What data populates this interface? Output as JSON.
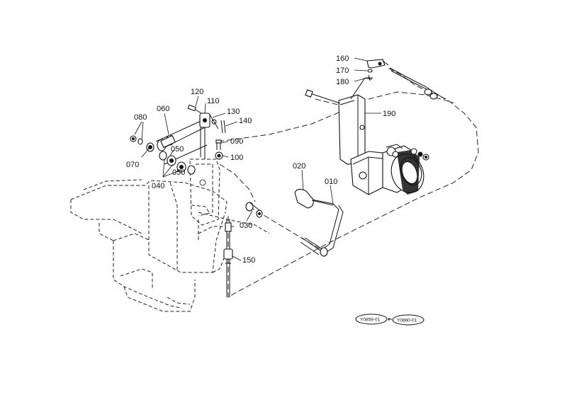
{
  "labels": {
    "p010": "010",
    "p020": "020",
    "p030": "030",
    "p040": "040",
    "p050a": "050",
    "p050b": "050",
    "p060": "060",
    "p070": "070",
    "p080": "080",
    "p090": "090",
    "p100": "100",
    "p110": "110",
    "p120": "120",
    "p130": "130",
    "p140": "140",
    "p150": "150",
    "p160": "160",
    "p170": "170",
    "p180": "180",
    "p190": "190"
  },
  "stamps": {
    "left": "Y0859-01",
    "right": "Y0860-01"
  }
}
